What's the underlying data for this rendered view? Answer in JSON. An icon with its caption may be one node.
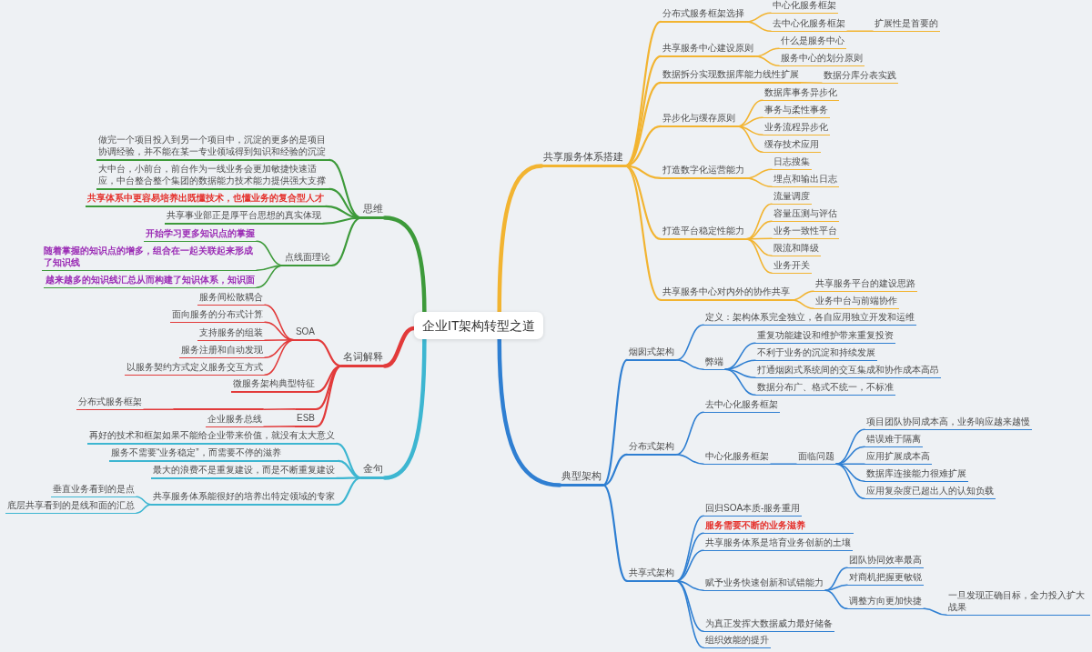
{
  "diagram": {
    "nodes": [
      {
        "text": [
          "企业IT架构转型之道"
        ]
      },
      {
        "text": [
          "共享服务体系搭建"
        ]
      },
      {
        "text": [
          "分布式服务框架选择"
        ]
      },
      {
        "text": [
          "中心化服务框架"
        ]
      },
      {
        "text": [
          "去中心化服务框架"
        ]
      },
      {
        "text": [
          "扩展性是首要的"
        ]
      },
      {
        "text": [
          "共享服务中心建设原则"
        ]
      },
      {
        "text": [
          "什么是服务中心"
        ]
      },
      {
        "text": [
          "服务中心的划分原则"
        ]
      },
      {
        "text": [
          "数据拆分实现数据库能力线性扩展"
        ]
      },
      {
        "text": [
          "数据分库分表实践"
        ]
      },
      {
        "text": [
          "异步化与缓存原则"
        ]
      },
      {
        "text": [
          "数据库事务异步化"
        ]
      },
      {
        "text": [
          "事务与柔性事务"
        ]
      },
      {
        "text": [
          "业务流程异步化"
        ]
      },
      {
        "text": [
          "缓存技术应用"
        ]
      },
      {
        "text": [
          "打造数字化运营能力"
        ]
      },
      {
        "text": [
          "日志搜集"
        ]
      },
      {
        "text": [
          "埋点和输出日志"
        ]
      },
      {
        "text": [
          "打造平台稳定性能力"
        ]
      },
      {
        "text": [
          "流量调度"
        ]
      },
      {
        "text": [
          "容量压测与评估"
        ]
      },
      {
        "text": [
          "业务一致性平台"
        ]
      },
      {
        "text": [
          "限流和降级"
        ]
      },
      {
        "text": [
          "业务开关"
        ]
      },
      {
        "text": [
          "共享服务中心对内外的协作共享"
        ]
      },
      {
        "text": [
          "共享服务平台的建设思路"
        ]
      },
      {
        "text": [
          "业务中台与前端协作"
        ]
      },
      {
        "text": [
          "典型架构"
        ]
      },
      {
        "text": [
          "烟囱式架构"
        ]
      },
      {
        "text": [
          "定义：架构体系完全独立，各自应用独立开发和运维"
        ]
      },
      {
        "text": [
          "弊端"
        ]
      },
      {
        "text": [
          "重复功能建设和维护带来重复投资"
        ]
      },
      {
        "text": [
          "不利于业务的沉淀和持续发展"
        ]
      },
      {
        "text": [
          "打通烟囱式系统间的交互集成和协作成本高昂"
        ]
      },
      {
        "text": [
          "数据分布广、格式不统一，不标准"
        ]
      },
      {
        "text": [
          "分布式架构"
        ]
      },
      {
        "text": [
          "去中心化服务框架"
        ]
      },
      {
        "text": [
          "中心化服务框架"
        ]
      },
      {
        "text": [
          "面临问题"
        ]
      },
      {
        "text": [
          "项目团队协同成本高，业务响应越来越慢"
        ]
      },
      {
        "text": [
          "错误难于隔离"
        ]
      },
      {
        "text": [
          "应用扩展成本高"
        ]
      },
      {
        "text": [
          "数据库连接能力很难扩展"
        ]
      },
      {
        "text": [
          "应用复杂度已超出人的认知负载"
        ]
      },
      {
        "text": [
          "共享式架构"
        ]
      },
      {
        "text": [
          "回归SOA本质-服务重用"
        ]
      },
      {
        "text": [
          "服务需要不断的业务滋养"
        ]
      },
      {
        "text": [
          "共享服务体系是培育业务创新的土壤"
        ]
      },
      {
        "text": [
          "赋予业务快速创新和试错能力"
        ]
      },
      {
        "text": [
          "团队协同效率最高"
        ]
      },
      {
        "text": [
          "对商机把握更敏锐"
        ]
      },
      {
        "text": [
          "调整方向更加快捷"
        ]
      },
      {
        "text": [
          "一旦发现正确目标，全力投入扩大战果"
        ]
      },
      {
        "text": [
          "为真正发挥大数据威力最好储备"
        ]
      },
      {
        "text": [
          "组织效能的提升"
        ]
      },
      {
        "text": [
          "思维"
        ]
      },
      {
        "text": [
          "做完一个项目投入到另一个项目中，沉淀的更多的是项目协调经验，并不能在某一专业领域得到知识和经验的沉淀"
        ]
      },
      {
        "text": [
          "大中台，小前台，前台作为一线业务会更加敏捷快速适应，中台整合整个集团的数据能力技术能力提供强大支撑"
        ]
      },
      {
        "text": [
          "共享体系中更容易培养出既懂技术，也懂业务的复合型人才"
        ]
      },
      {
        "text": [
          "共享事业部正是厚平台思想的真实体现"
        ]
      },
      {
        "text": [
          "点线面理论"
        ]
      },
      {
        "text": [
          "开始学习更多知识点的掌握"
        ]
      },
      {
        "text": [
          "随着掌握的知识点的增多，组合在一起关联起来形成了知识线"
        ]
      },
      {
        "text": [
          "越来越多的知识线汇总从而构建了知识体系，知识面"
        ]
      },
      {
        "text": [
          "名词解释"
        ]
      },
      {
        "text": [
          "SOA"
        ]
      },
      {
        "text": [
          "服务间松散耦合"
        ]
      },
      {
        "text": [
          "面向服务的分布式计算"
        ]
      },
      {
        "text": [
          "支持服务的组装"
        ]
      },
      {
        "text": [
          "服务注册和自动发现"
        ]
      },
      {
        "text": [
          "以服务契约方式定义服务交互方式"
        ]
      },
      {
        "text": [
          "微服务架构典型特征"
        ]
      },
      {
        "text": [],
        "shape": "line"
      },
      {
        "text": [],
        "shape": "line"
      },
      {
        "text": [
          "分布式服务框架"
        ]
      },
      {
        "text": [
          "ESB"
        ]
      },
      {
        "text": [
          "企业服务总线"
        ]
      },
      {
        "text": [
          "金句"
        ]
      },
      {
        "text": [
          "再好的技术和框架如果不能给企业带来价值，就没有太大意义"
        ]
      },
      {
        "text": [
          "服务不需要“业务稳定”，而需要不停的滋养"
        ]
      },
      {
        "text": [
          "最大的浪费不是重复建设，而是不断重复建设"
        ]
      },
      {
        "text": [
          "共享服务体系能很好的培养出特定领域的专家"
        ]
      },
      {
        "text": [
          "垂直业务看到的是点"
        ]
      },
      {
        "text": [
          "底层共享看到的是线和面的汇总"
        ]
      }
    ],
    "edges": [
      {
        "from": 0,
        "to": 1,
        "arrow": "none",
        "style": "thick",
        "color": "#f2b431"
      },
      {
        "from": 1,
        "to": 2,
        "arrow": "none",
        "color": "#f2b431"
      },
      {
        "from": 2,
        "to": 3,
        "arrow": "none",
        "color": "#f2b431"
      },
      {
        "from": 2,
        "to": 4,
        "arrow": "none",
        "color": "#f2b431"
      },
      {
        "from": 4,
        "to": 5,
        "arrow": "none",
        "color": "#f2b431"
      },
      {
        "from": 1,
        "to": 6,
        "arrow": "none",
        "color": "#f2b431"
      },
      {
        "from": 6,
        "to": 7,
        "arrow": "none",
        "color": "#f2b431"
      },
      {
        "from": 6,
        "to": 8,
        "arrow": "none",
        "color": "#f2b431"
      },
      {
        "from": 1,
        "to": 9,
        "arrow": "none",
        "color": "#f2b431"
      },
      {
        "from": 9,
        "to": 10,
        "arrow": "none",
        "color": "#f2b431"
      },
      {
        "from": 1,
        "to": 11,
        "arrow": "none",
        "color": "#f2b431"
      },
      {
        "from": 11,
        "to": 12,
        "arrow": "none",
        "color": "#f2b431"
      },
      {
        "from": 11,
        "to": 13,
        "arrow": "none",
        "color": "#f2b431"
      },
      {
        "from": 11,
        "to": 14,
        "arrow": "none",
        "color": "#f2b431"
      },
      {
        "from": 11,
        "to": 15,
        "arrow": "none",
        "color": "#f2b431"
      },
      {
        "from": 1,
        "to": 16,
        "arrow": "none",
        "color": "#f2b431"
      },
      {
        "from": 16,
        "to": 17,
        "arrow": "none",
        "color": "#f2b431"
      },
      {
        "from": 16,
        "to": 18,
        "arrow": "none",
        "color": "#f2b431"
      },
      {
        "from": 1,
        "to": 19,
        "arrow": "none",
        "color": "#f2b431"
      },
      {
        "from": 19,
        "to": 20,
        "arrow": "none",
        "color": "#f2b431"
      },
      {
        "from": 19,
        "to": 21,
        "arrow": "none",
        "color": "#f2b431"
      },
      {
        "from": 19,
        "to": 22,
        "arrow": "none",
        "color": "#f2b431"
      },
      {
        "from": 19,
        "to": 23,
        "arrow": "none",
        "color": "#f2b431"
      },
      {
        "from": 19,
        "to": 24,
        "arrow": "none",
        "color": "#f2b431"
      },
      {
        "from": 1,
        "to": 25,
        "arrow": "none",
        "color": "#f2b431"
      },
      {
        "from": 25,
        "to": 26,
        "arrow": "none",
        "color": "#f2b431"
      },
      {
        "from": 25,
        "to": 27,
        "arrow": "none",
        "color": "#f2b431"
      },
      {
        "from": 0,
        "to": 28,
        "arrow": "none",
        "style": "thick"
      },
      {
        "from": 28,
        "to": 29,
        "arrow": "none"
      },
      {
        "from": 29,
        "to": 30,
        "arrow": "none"
      },
      {
        "from": 29,
        "to": 31,
        "arrow": "none"
      },
      {
        "from": 31,
        "to": 32,
        "arrow": "none"
      },
      {
        "from": 31,
        "to": 33,
        "arrow": "none"
      },
      {
        "from": 31,
        "to": 34,
        "arrow": "none"
      },
      {
        "from": 31,
        "to": 35,
        "arrow": "none"
      },
      {
        "from": 28,
        "to": 36,
        "arrow": "none"
      },
      {
        "from": 36,
        "to": 37,
        "arrow": "none"
      },
      {
        "from": 36,
        "to": 38,
        "arrow": "none"
      },
      {
        "from": 38,
        "to": 39,
        "arrow": "none"
      },
      {
        "from": 39,
        "to": 40,
        "arrow": "none"
      },
      {
        "from": 39,
        "to": 41,
        "arrow": "none"
      },
      {
        "from": 39,
        "to": 42,
        "arrow": "none"
      },
      {
        "from": 39,
        "to": 43,
        "arrow": "none"
      },
      {
        "from": 39,
        "to": 44,
        "arrow": "none"
      },
      {
        "from": 28,
        "to": 45,
        "arrow": "none"
      },
      {
        "from": 45,
        "to": 46,
        "arrow": "none"
      },
      {
        "from": 45,
        "to": 47,
        "arrow": "none"
      },
      {
        "from": 45,
        "to": 48,
        "arrow": "none"
      },
      {
        "from": 45,
        "to": 49,
        "arrow": "none"
      },
      {
        "from": 49,
        "to": 50,
        "arrow": "none"
      },
      {
        "from": 49,
        "to": 51,
        "arrow": "none"
      },
      {
        "from": 49,
        "to": 52,
        "arrow": "none"
      },
      {
        "from": 52,
        "to": 53,
        "arrow": "none"
      },
      {
        "from": 45,
        "to": 54,
        "arrow": "none"
      },
      {
        "from": 45,
        "to": 55,
        "arrow": "none"
      },
      {
        "from": 0,
        "to": 56,
        "arrow": "none",
        "style": "thick",
        "color": "#3d9a3a"
      },
      {
        "from": 56,
        "to": 57,
        "arrow": "none",
        "color": "#3d9a3a"
      },
      {
        "from": 56,
        "to": 58,
        "arrow": "none",
        "color": "#3d9a3a"
      },
      {
        "from": 56,
        "to": 59,
        "arrow": "none",
        "color": "#3d9a3a"
      },
      {
        "from": 56,
        "to": 60,
        "arrow": "none",
        "color": "#3d9a3a"
      },
      {
        "from": 56,
        "to": 61,
        "arrow": "none",
        "color": "#3d9a3a"
      },
      {
        "from": 61,
        "to": 62,
        "arrow": "none",
        "color": "#3d9a3a"
      },
      {
        "from": 61,
        "to": 63,
        "arrow": "none",
        "color": "#3d9a3a"
      },
      {
        "from": 61,
        "to": 64,
        "arrow": "none",
        "color": "#3d9a3a"
      },
      {
        "from": 0,
        "to": 65,
        "arrow": "none",
        "style": "thick",
        "color": "#e23a3a"
      },
      {
        "from": 65,
        "to": 66,
        "arrow": "none",
        "color": "#e23a3a"
      },
      {
        "from": 66,
        "to": 67,
        "arrow": "none",
        "color": "#e23a3a"
      },
      {
        "from": 66,
        "to": 68,
        "arrow": "none",
        "color": "#e23a3a"
      },
      {
        "from": 66,
        "to": 69,
        "arrow": "none",
        "color": "#e23a3a"
      },
      {
        "from": 66,
        "to": 70,
        "arrow": "none",
        "color": "#e23a3a"
      },
      {
        "from": 66,
        "to": 71,
        "arrow": "none",
        "color": "#e23a3a"
      },
      {
        "from": 65,
        "to": 72,
        "arrow": "none",
        "color": "#e23a3a"
      },
      {
        "from": 65,
        "to": 74,
        "arrow": "none",
        "color": "#e23a3a"
      },
      {
        "from": 74,
        "to": 73,
        "arrow": "none",
        "color": "#e23a3a"
      },
      {
        "from": 73,
        "to": 75,
        "arrow": "none",
        "color": "#e23a3a"
      },
      {
        "from": 65,
        "to": 76,
        "arrow": "none",
        "color": "#e23a3a"
      },
      {
        "from": 76,
        "to": 77,
        "arrow": "none",
        "color": "#e23a3a"
      },
      {
        "from": 0,
        "to": 78,
        "arrow": "none",
        "style": "thick",
        "color": "#3db6d1"
      },
      {
        "from": 78,
        "to": 79,
        "arrow": "none",
        "color": "#3db6d1"
      },
      {
        "from": 78,
        "to": 80,
        "arrow": "none",
        "color": "#3db6d1"
      },
      {
        "from": 78,
        "to": 81,
        "arrow": "none",
        "color": "#3db6d1"
      },
      {
        "from": 78,
        "to": 82,
        "arrow": "none",
        "color": "#3db6d1"
      },
      {
        "from": 82,
        "to": 83,
        "arrow": "none",
        "color": "#3db6d1"
      },
      {
        "from": 82,
        "to": 84,
        "arrow": "none",
        "color": "#3db6d1"
      }
    ]
  }
}
